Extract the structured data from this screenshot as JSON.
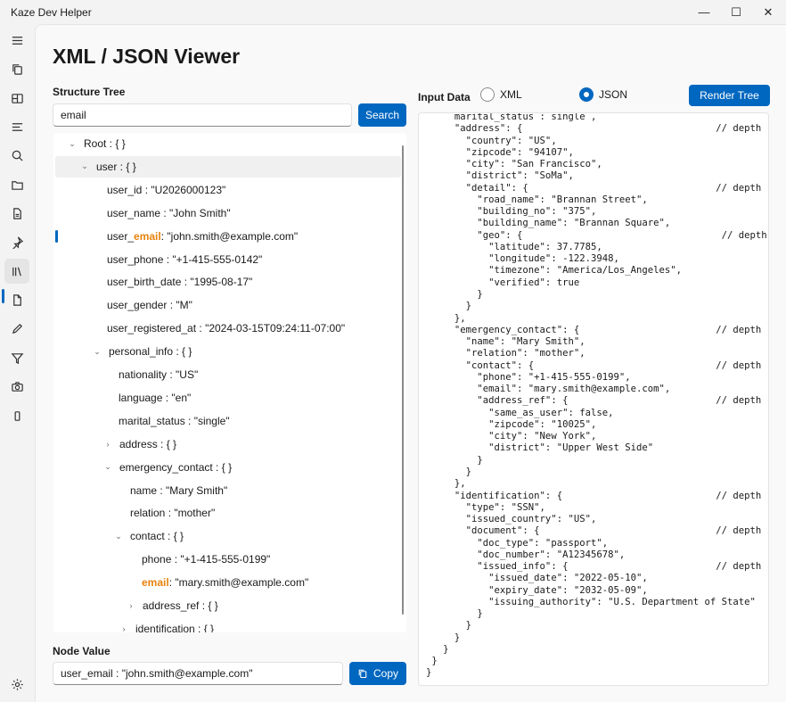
{
  "window": {
    "title": "Kaze Dev Helper",
    "min": "—",
    "max": "☐",
    "close": "✕"
  },
  "page": {
    "title": "XML / JSON Viewer"
  },
  "structure": {
    "label": "Structure Tree",
    "search_value": "email",
    "search_button": "Search"
  },
  "tree": {
    "rows": [
      {
        "pre": "Root : { }",
        "chev": "⌄"
      },
      {
        "pre": "user : { }",
        "chev": "⌄"
      },
      {
        "pre": "user_id : \"U2026000123\""
      },
      {
        "pre": "user_name : \"John Smith\""
      },
      {
        "pre": "user_",
        "hl": "email",
        "post": " : \"john.smith@example.com\""
      },
      {
        "pre": "user_phone : \"+1-415-555-0142\""
      },
      {
        "pre": "user_birth_date : \"1995-08-17\""
      },
      {
        "pre": "user_gender : \"M\""
      },
      {
        "pre": "user_registered_at : \"2024-03-15T09:24:11-07:00\""
      },
      {
        "pre": "personal_info : { }",
        "chev": "⌄"
      },
      {
        "pre": "nationality : \"US\""
      },
      {
        "pre": "language : \"en\""
      },
      {
        "pre": "marital_status : \"single\""
      },
      {
        "pre": "address : { }",
        "chev": "›"
      },
      {
        "pre": "emergency_contact : { }",
        "chev": "⌄"
      },
      {
        "pre": "name : \"Mary Smith\""
      },
      {
        "pre": "relation : \"mother\""
      },
      {
        "pre": "contact : { }",
        "chev": "⌄"
      },
      {
        "pre": "phone : \"+1-415-555-0199\""
      },
      {
        "pre": "",
        "hl": "email",
        "post": " : \"mary.smith@example.com\""
      },
      {
        "pre": "address_ref : { }",
        "chev": "›"
      },
      {
        "pre": "identification : { }",
        "chev": "›"
      }
    ]
  },
  "node_value": {
    "label": "Node Value",
    "value": "user_email : \"john.smith@example.com\"",
    "copy_button": "Copy"
  },
  "input": {
    "label": "Input Data",
    "option_xml": "XML",
    "option_json": "JSON",
    "selected": "JSON",
    "render_button": "Render Tree"
  },
  "json_text": "     marital_status : single ,\n     \"address\": {                                  // depth\n       \"country\": \"US\",\n       \"zipcode\": \"94107\",\n       \"city\": \"San Francisco\",\n       \"district\": \"SoMa\",\n       \"detail\": {                                 // depth\n         \"road_name\": \"Brannan Street\",\n         \"building_no\": \"375\",\n         \"building_name\": \"Brannan Square\",\n         \"geo\": {                                   // depth\n           \"latitude\": 37.7785,\n           \"longitude\": -122.3948,\n           \"timezone\": \"America/Los_Angeles\",\n           \"verified\": true\n         }\n       }\n     },\n     \"emergency_contact\": {                        // depth\n       \"name\": \"Mary Smith\",\n       \"relation\": \"mother\",\n       \"contact\": {                                // depth\n         \"phone\": \"+1-415-555-0199\",\n         \"email\": \"mary.smith@example.com\",\n         \"address_ref\": {                          // depth\n           \"same_as_user\": false,\n           \"zipcode\": \"10025\",\n           \"city\": \"New York\",\n           \"district\": \"Upper West Side\"\n         }\n       }\n     },\n     \"identification\": {                           // depth\n       \"type\": \"SSN\",\n       \"issued_country\": \"US\",\n       \"document\": {                               // depth\n         \"doc_type\": \"passport\",\n         \"doc_number\": \"A12345678\",\n         \"issued_info\": {                          // depth\n           \"issued_date\": \"2022-05-10\",\n           \"expiry_date\": \"2032-05-09\",\n           \"issuing_authority\": \"U.S. Department of State\"\n         }\n       }\n     }\n   }\n }\n}"
}
